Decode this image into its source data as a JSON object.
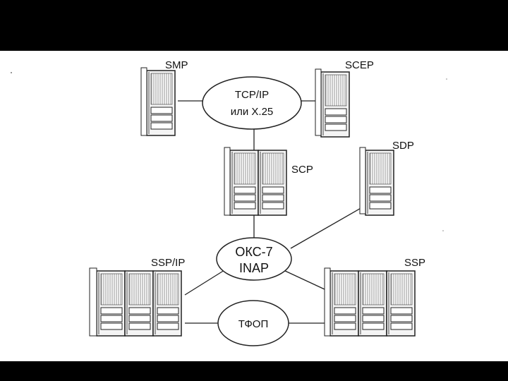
{
  "nodes": {
    "smp": "SMP",
    "scep": "SCEP",
    "scp": "SCP",
    "sdp": "SDP",
    "ssp_ip": "SSP/IP",
    "ssp": "SSP"
  },
  "networks": {
    "tcp_ip_line1": "TCP/IP",
    "tcp_ip_line2": "или X.25",
    "oks7_line1": "ОКС-7",
    "oks7_line2": "INAP",
    "tfop": "ТФОП"
  }
}
